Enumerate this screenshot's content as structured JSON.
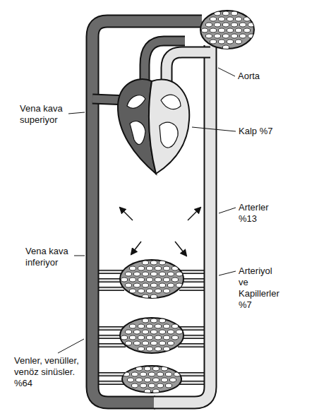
{
  "diagram": {
    "labels": [
      "Aorta",
      "Vena kava superiyor",
      "Kalp %7",
      "Arterler %13",
      "Vena kava inferiyor",
      "Arteriyol ve Kapillerler %7",
      "Venler, venüller, venöz sinüsler. %64"
    ]
  }
}
